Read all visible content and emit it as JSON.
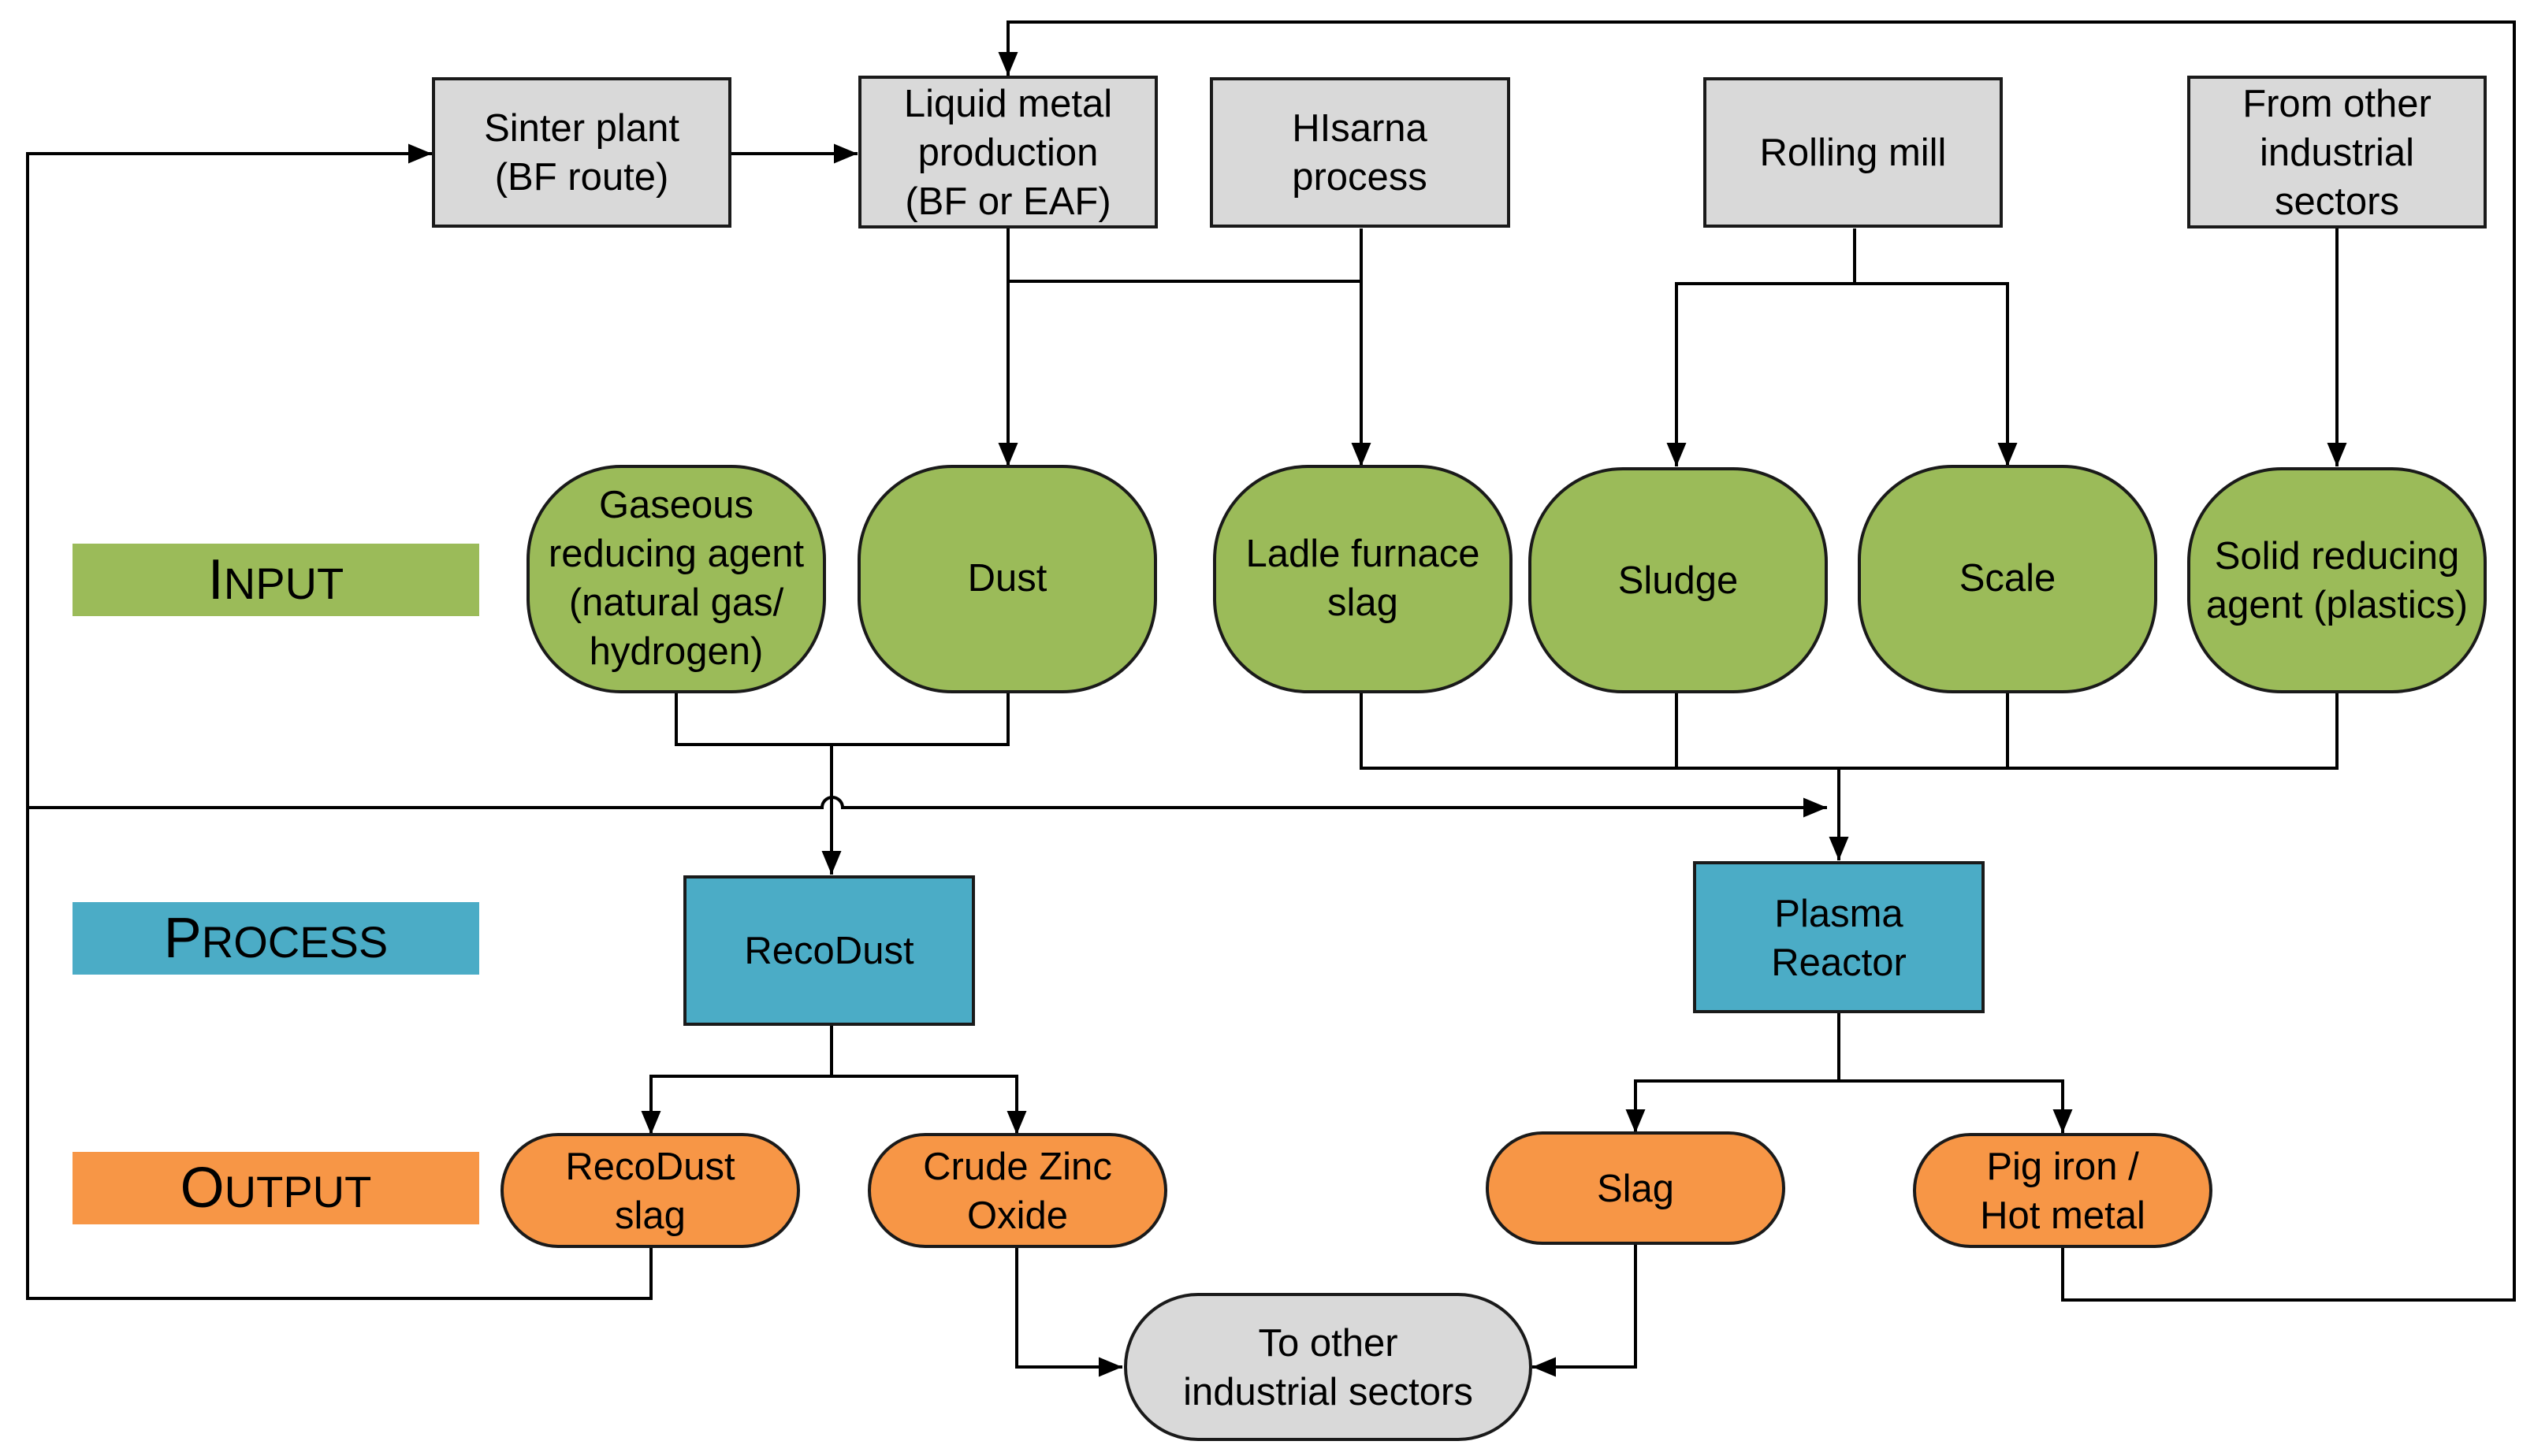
{
  "colors": {
    "gray": "#d9d9d9",
    "green": "#9bbb59",
    "blue": "#4bacc6",
    "orange": "#f79646",
    "line": "#000000"
  },
  "sections": {
    "input": {
      "first": "I",
      "rest": "NPUT"
    },
    "process": {
      "first": "P",
      "rest": "ROCESS"
    },
    "output": {
      "first": "O",
      "rest": "UTPUT"
    }
  },
  "sources": {
    "sinter_plant": [
      "Sinter plant",
      "(BF route)"
    ],
    "liquid_metal": [
      "Liquid metal",
      "production",
      "(BF or EAF)"
    ],
    "hisarna": [
      "HIsarna",
      "process"
    ],
    "rolling_mill": [
      "Rolling mill"
    ],
    "other_sectors": [
      "From other",
      "industrial",
      "sectors"
    ]
  },
  "inputs": {
    "gaseous_agent": [
      "Gaseous",
      "reducing agent",
      "(natural gas/",
      "hydrogen)"
    ],
    "dust": [
      "Dust"
    ],
    "ladle_slag": [
      "Ladle furnace",
      "slag"
    ],
    "sludge": [
      "Sludge"
    ],
    "scale": [
      "Scale"
    ],
    "solid_agent": [
      "Solid reducing",
      "agent (plastics)"
    ]
  },
  "processes": {
    "recodust": [
      "RecoDust"
    ],
    "plasma_reactor": [
      "Plasma",
      "Reactor"
    ]
  },
  "outputs": {
    "recodust_slag": [
      "RecoDust",
      "slag"
    ],
    "crude_zinc": [
      "Crude Zinc",
      "Oxide"
    ],
    "slag": [
      "Slag"
    ],
    "pig_iron": [
      "Pig iron /",
      "Hot metal"
    ]
  },
  "sink": {
    "other_industrial": [
      "To other",
      "industrial sectors"
    ]
  }
}
